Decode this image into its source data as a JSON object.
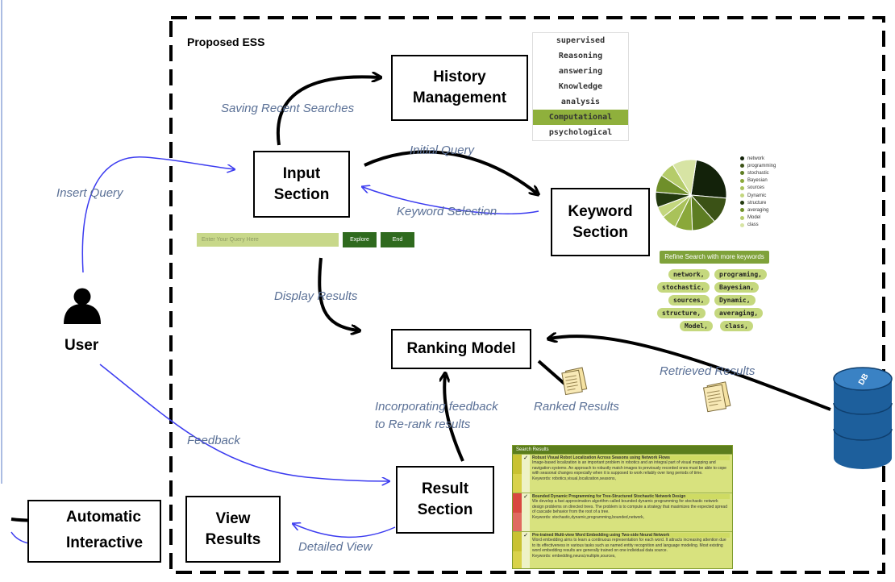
{
  "frame_title": "Proposed ESS",
  "boxes": {
    "history": "History\nManagement",
    "input": "Input\nSection",
    "keyword": "Keyword\nSection",
    "ranking": "Ranking Model",
    "result": "Result\nSection",
    "view": "View\nResults"
  },
  "actor": {
    "label": "User"
  },
  "labels": {
    "saving": "Saving Recent Searches",
    "insert_query": "Insert Query",
    "initial_query": "Initial Query",
    "keyword_selection": "Keyword Selection",
    "display_results": "Display Results",
    "retrieved": "Retrieved Results",
    "ranked": "Ranked Results",
    "feedback_rerank": "Incorporating feedback\nto Re-rank results",
    "feedback": "Feedback",
    "detailed_view": "Detailed View"
  },
  "legend_box": {
    "automatic": "Automatic",
    "interactive": "Interactive"
  },
  "database": {
    "label": "DB"
  },
  "history_keywords": [
    "supervised",
    "Reasoning",
    "answering",
    "Knowledge",
    "analysis",
    "Computational",
    "psychological"
  ],
  "history_highlight_index": 5,
  "pie": {
    "legend": [
      "network",
      "programming",
      "stochastic",
      "Bayesian",
      "sources",
      "Dynamic",
      "structure",
      "averaging",
      "Model",
      "class"
    ],
    "slice_values": [
      24,
      12,
      11,
      8,
      7,
      5,
      7,
      8,
      7,
      11
    ],
    "slice_colors": [
      "#13220a",
      "#3b5216",
      "#5d7d22",
      "#8aa83a",
      "#a9c25a",
      "#c3d67e",
      "#233a0f",
      "#6f8f2a",
      "#b5cc6a",
      "#d7e4a4"
    ]
  },
  "refine_label": "Refine Search with more keywords",
  "keyword_pills": [
    "network,",
    "programing,",
    "stochastic,",
    "Bayesian,",
    "sources,",
    "Dynamic,",
    "structure,",
    "averaging,",
    "Model,",
    "class,"
  ],
  "search_widget": {
    "placeholder": "Enter Your Query Here",
    "explore": "Explore",
    "end": "End"
  },
  "results_panel": {
    "header": "Search Results",
    "items": [
      {
        "title": "Robust Visual Robot Localization Across Seasons using Network Flows",
        "body": "Image-based localization is an important problem in robotics and an integral part of visual mapping and navigation systems. An approach to robustly match images to previously recorded ones must be able to cope with seasonal changes especially when it is supposed to work reliably over long periods of time.",
        "keywords": "Keywords: robotics,visual,localization,seasons,"
      },
      {
        "title": "Bounded Dynamic Programming for Tree-Structured Stochastic Network Design",
        "body": "We develop a fast approximation algorithm called bounded dynamic programming for stochastic network design problems on directed trees. The problem is to compute a strategy that maximizes the expected spread of cascade behavior from the root of a tree.",
        "keywords": "Keywords: stochastic,dynamic,programming,bounded,network,"
      },
      {
        "title": "Pre-trained Multi-view Word Embedding using Two-side Neural Network",
        "body": "Word embedding aims to learn a continuous representation for each word. It attracts increasing attention due to its effectiveness in various tasks such as named entity recognition and language modeling. Most existing word embedding results are generally trained on one individual data source.",
        "keywords": "Keywords: embedding,neural,multiple,sources,"
      }
    ],
    "score_colors": [
      "#c9c231",
      "#d9d24a",
      "#d94840",
      "#e06a60",
      "#c9c231",
      "#d9d24a"
    ]
  }
}
